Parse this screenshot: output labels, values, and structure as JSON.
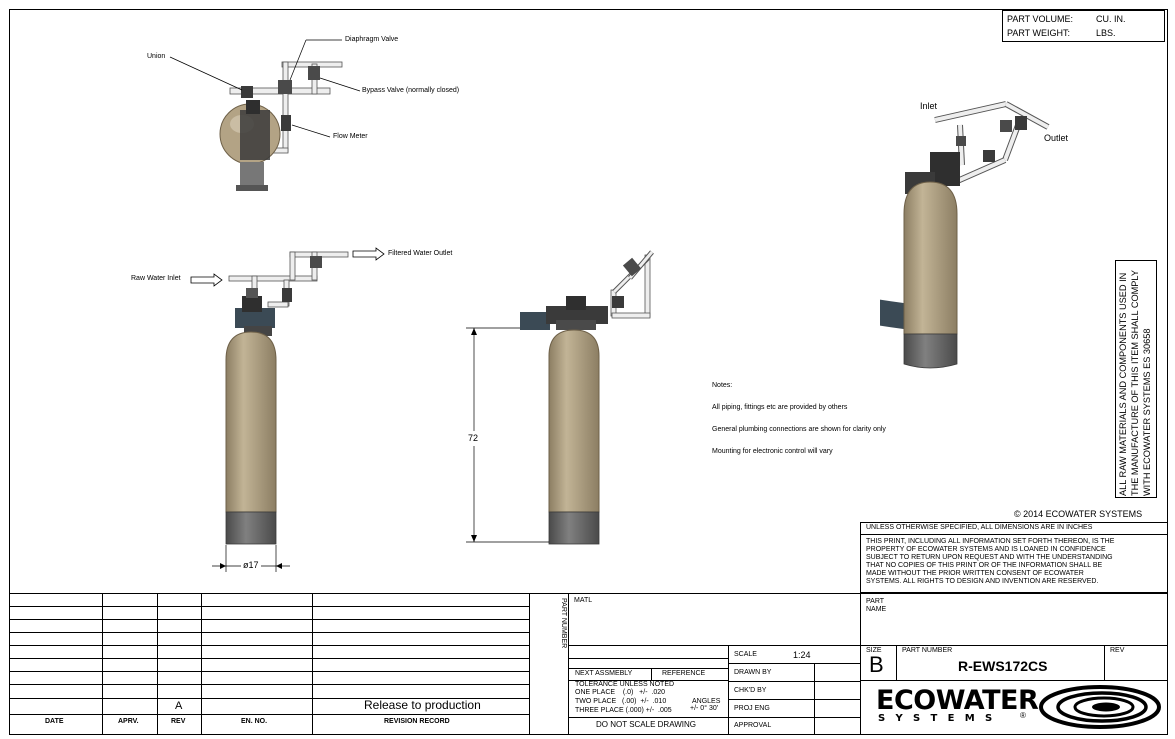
{
  "part_info": {
    "volume_label": "PART VOLUME:",
    "volume_unit": "CU. IN.",
    "weight_label": "PART WEIGHT:",
    "weight_unit": "LBS."
  },
  "callouts": {
    "union": "Union",
    "diaphragm_valve": "Diaphragm Valve",
    "bypass_valve": "Bypass Valve (normally closed)",
    "flow_meter": "Flow Meter",
    "raw_water_inlet": "Raw Water Inlet",
    "filtered_water_outlet": "Filtered Water Outlet",
    "inlet": "Inlet",
    "outlet": "Outlet"
  },
  "dimensions": {
    "diameter": "ø17",
    "height": "72"
  },
  "notes": {
    "heading": "Notes:",
    "items": [
      "All piping, fittings etc are provided by others",
      "General plumbing connections are shown for clarity only",
      "Mounting for electronic control will vary"
    ]
  },
  "side_notice": "ALL RAW MATERIALS AND COMPONENTS USED IN THE MANUFACTURE OF THIS ITEM SHALL COMPLY WITH ECOWATER SYSTEMS ES 30658",
  "copyright": "© 2014 ECOWATER SYSTEMS",
  "dimension_note": "UNLESS OTHERWISE SPECIFIED, ALL DIMENSIONS ARE IN INCHES",
  "proprietary_lines": [
    "THIS PRINT, INCLUDING ALL INFORMATION SET FORTH THEREON, IS THE",
    "PROPERTY OF ECOWATER SYSTEMS AND IS LOANED IN CONFIDENCE",
    "SUBJECT TO RETURN UPON REQUEST AND WITH THE UNDERSTANDING",
    "THAT NO COPIES OF THIS PRINT OR OF THE INFORMATION SHALL BE",
    "MADE WITHOUT THE PRIOR WRITTEN CONSENT OF ECOWATER",
    "SYSTEMS. ALL RIGHTS TO DESIGN AND INVENTION ARE RESERVED."
  ],
  "revision": {
    "headers": [
      "DATE",
      "APRV.",
      "REV",
      "EN. NO.",
      "REVISION RECORD"
    ],
    "rev_value": "A",
    "record_value": "Release to production"
  },
  "title_block": {
    "part_number_vertical": "PART NUMBER",
    "matl": "MATL",
    "part_name_line1": "PART",
    "part_name_line2": "NAME",
    "next_assembly": "NEXT ASSMEBLY",
    "reference": "REFERENCE",
    "tolerance_heading": "TOLERANCE UNLESS NOTED",
    "tol_one": "ONE PLACE    (.0)   +/-  .020",
    "tol_two": "TWO PLACE   (.00)  +/-  .010",
    "tol_three": "THREE PLACE (.000) +/-  .005",
    "angles_label": "ANGLES",
    "angles_value": "+/- 0° 30'",
    "do_not_scale": "DO NOT SCALE DRAWING",
    "scale_label": "SCALE",
    "scale_value": "1:24",
    "drawn_by": "DRAWN BY",
    "chkd_by": "CHK'D BY",
    "proj_eng": "PROJ ENG",
    "approval": "APPROVAL",
    "size_label": "SIZE",
    "size_value": "B",
    "part_number_label": "PART NUMBER",
    "part_number_value": "R-EWS172CS",
    "rev_label": "REV",
    "logo_text": "ECOWATER",
    "logo_sub": "S Y S T E M S",
    "logo_reg": "®"
  },
  "colors": {
    "tank": "#b3a385",
    "tank_shade": "#8c7e63",
    "base": "#5f5f5f",
    "pipe": "#e6e6e6",
    "valve": "#3a3a3a",
    "display": "#3b4a55"
  }
}
